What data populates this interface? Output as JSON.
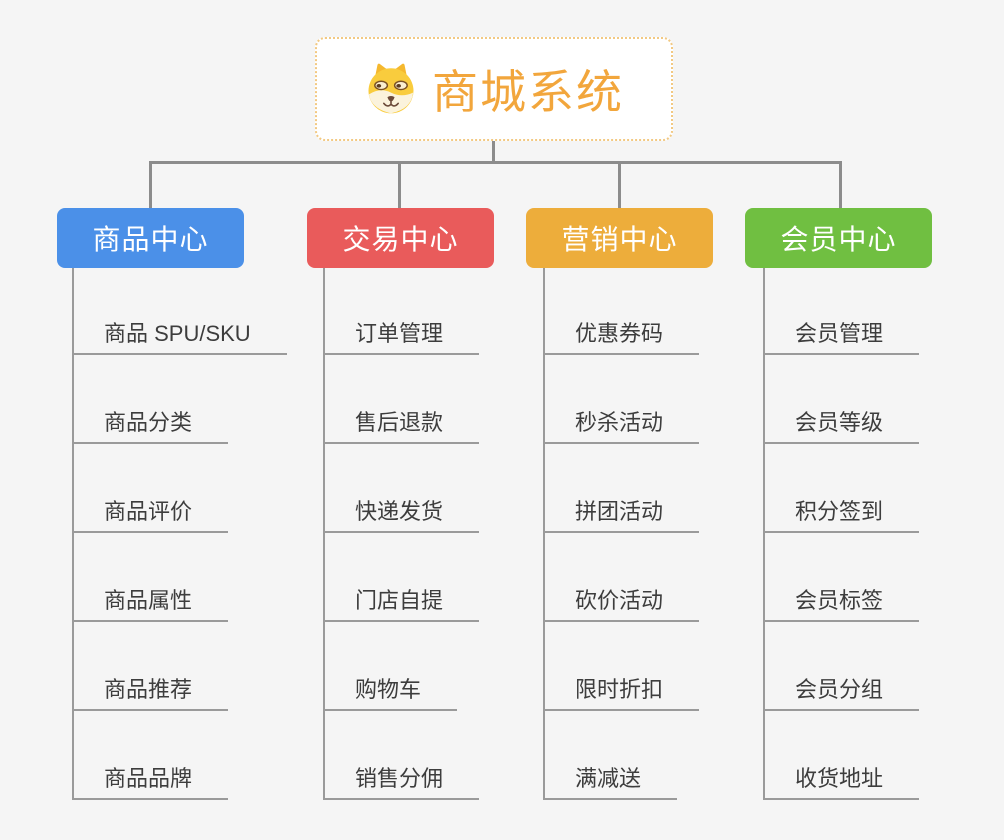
{
  "root": {
    "title": "商城系统",
    "icon": "doge-icon"
  },
  "branches": [
    {
      "label": "商品中心",
      "color": "#4b90e8",
      "children": [
        "商品 SPU/SKU",
        "商品分类",
        "商品评价",
        "商品属性",
        "商品推荐",
        "商品品牌"
      ]
    },
    {
      "label": "交易中心",
      "color": "#e95b5b",
      "children": [
        "订单管理",
        "售后退款",
        "快递发货",
        "门店自提",
        "购物车",
        "销售分佣"
      ]
    },
    {
      "label": "营销中心",
      "color": "#edad3b",
      "children": [
        "优惠券码",
        "秒杀活动",
        "拼团活动",
        "砍价活动",
        "限时折扣",
        "满减送"
      ]
    },
    {
      "label": "会员中心",
      "color": "#70bf41",
      "children": [
        "会员管理",
        "会员等级",
        "积分签到",
        "会员标签",
        "会员分组",
        "收货地址"
      ]
    }
  ],
  "style": {
    "background": "#f5f5f5",
    "connector_color": "#8c8c8c",
    "leaf_line_color": "#9a9a9a",
    "leaf_text_color": "#3d3d3d",
    "root_border_color": "#f2c983",
    "root_text_color": "#f2a63c"
  }
}
